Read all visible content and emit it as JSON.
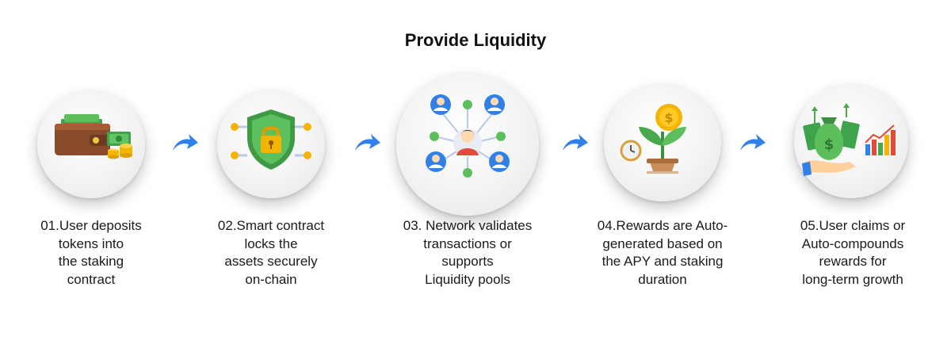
{
  "title": "Provide Liquidity",
  "colors": {
    "arrow": "#2f80e8",
    "shield": "#4caf50",
    "coin": "#f5b400",
    "plant": "#4aa84c"
  },
  "steps": [
    {
      "icon": "wallet-money-icon",
      "lines": [
        "01.User deposits",
        "tokens into",
        "the staking",
        "contract"
      ]
    },
    {
      "icon": "shield-lock-icon",
      "lines": [
        "02.Smart contract",
        "locks the",
        "assets securely",
        "on-chain"
      ]
    },
    {
      "icon": "network-users-icon",
      "lines": [
        "03. Network validates",
        "transactions or",
        "supports",
        "Liquidity pools"
      ]
    },
    {
      "icon": "coin-plant-icon",
      "lines": [
        "04.Rewards are Auto-",
        "generated based on",
        "the APY and staking",
        "duration"
      ]
    },
    {
      "icon": "money-bag-growth-icon",
      "lines": [
        "05.User claims or",
        "Auto-compounds",
        "rewards for",
        "long-term growth"
      ]
    }
  ]
}
